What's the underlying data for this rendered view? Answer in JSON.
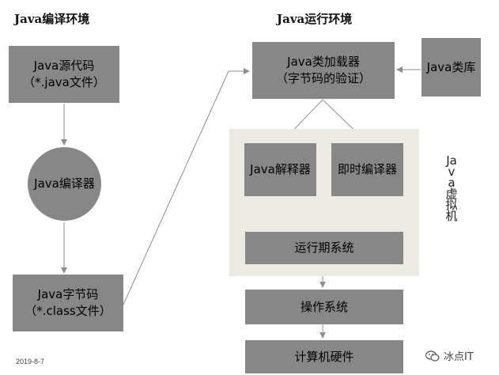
{
  "compile_env": {
    "title": "Java编译环境",
    "source": {
      "line1": "Java源代码",
      "line2": "（*.java文件）"
    },
    "compiler": "Java编译器",
    "bytecode": {
      "line1": "Java字节码",
      "line2": "（*.class文件）"
    }
  },
  "runtime_env": {
    "title": "Java运行环境",
    "loader": {
      "line1": "Java类加载器",
      "line2": "（字节码的验证）"
    },
    "library": "Java类库",
    "interpreter": "Java解释器",
    "jit": "即时编译器",
    "runtime": "运行期系统",
    "os": "操作系统",
    "hardware": "计算机硬件",
    "jvm_label": "Java虚拟机"
  },
  "footer": {
    "date": "2019-8-7",
    "watermark": "冰点IT"
  },
  "colors": {
    "box": "#878787",
    "panel": "#ecebe3",
    "line": "#8e8e8e"
  }
}
